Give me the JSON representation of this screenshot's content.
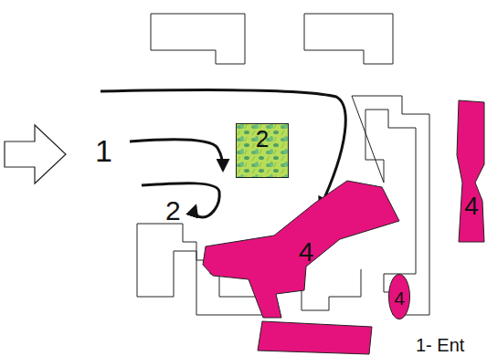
{
  "diagram": {
    "nodes": [
      {
        "text": [
          "2"
        ]
      },
      {
        "text": [
          "4"
        ]
      },
      {
        "text": [
          "4"
        ]
      },
      {
        "text": [
          "4"
        ]
      }
    ],
    "labels": [
      "1",
      "2",
      "1- Ent"
    ]
  }
}
